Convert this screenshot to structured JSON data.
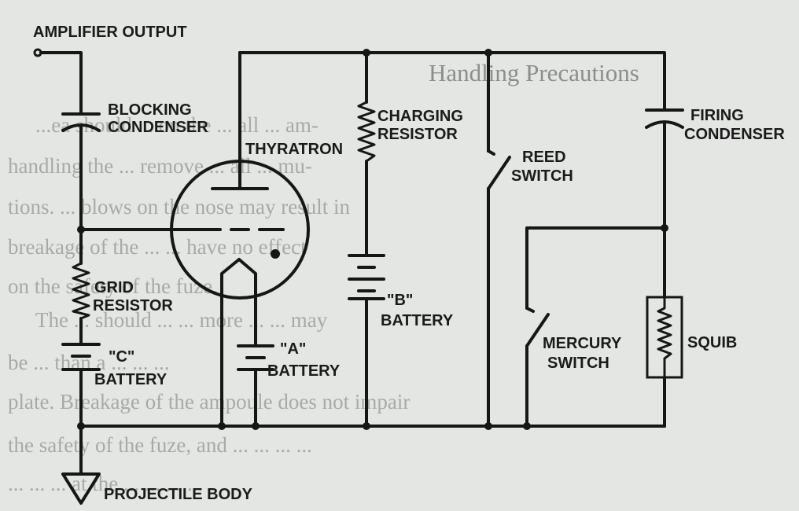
{
  "background_page": {
    "heading": "Handling Precautions",
    "lines": [
      "...ea should ... on the ... all ... am-",
      "handling the ... remove ... all ... mu-",
      "tions. ... blows on the nose may result in",
      "breakage of the ... ... have no effect",
      "on the safety of the fuze.",
      "The ... should ... ... more ... ... may",
      "be ... than a ... ... ...",
      "plate. Breakage of the ampoule does not impair",
      "the safety of the fuze, and ... ... ... ...",
      "... ... ... at the ... ... ... ..."
    ]
  },
  "labels": {
    "amplifier_output": "AMPLIFIER OUTPUT",
    "blocking_condenser_1": "BLOCKING",
    "blocking_condenser_2": "CONDENSER",
    "thyratron": "THYRATRON",
    "charging_resistor_1": "CHARGING",
    "charging_resistor_2": "RESISTOR",
    "reed_switch_1": "REED",
    "reed_switch_2": "SWITCH",
    "firing_condenser_1": "FIRING",
    "firing_condenser_2": "CONDENSER",
    "grid_resistor_1": "GRID",
    "grid_resistor_2": "RESISTOR",
    "b_battery_1": "\"B\"",
    "b_battery_2": "BATTERY",
    "mercury_switch_1": "MERCURY",
    "mercury_switch_2": "SWITCH",
    "squib": "SQUIB",
    "c_battery_1": "\"C\"",
    "c_battery_2": "BATTERY",
    "a_battery_1": "\"A\"",
    "a_battery_2": "BATTERY",
    "projectile_body": "PROJECTILE BODY"
  }
}
